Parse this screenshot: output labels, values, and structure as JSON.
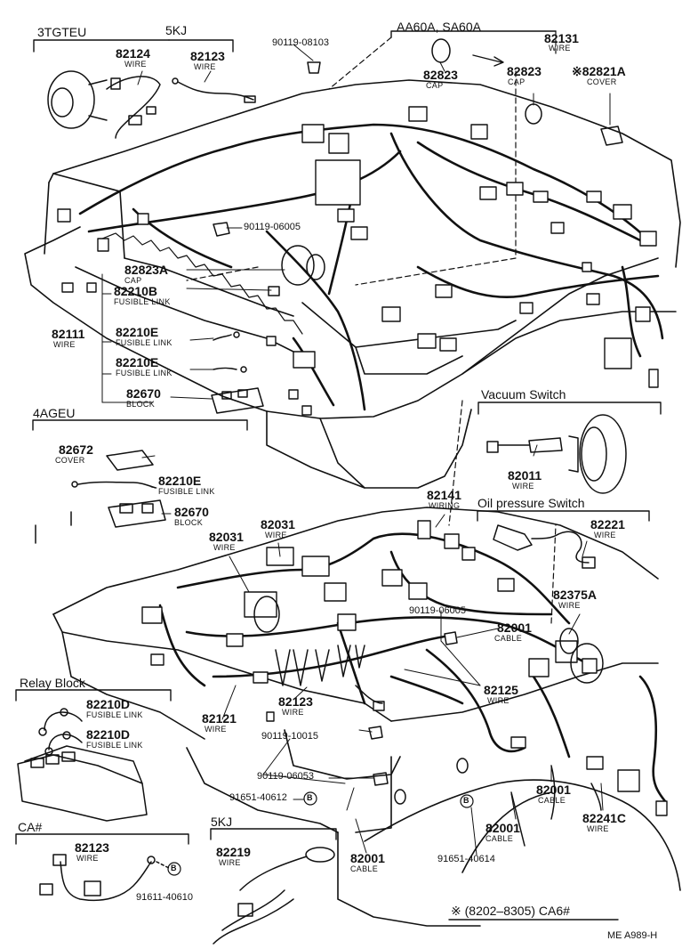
{
  "headers": {
    "h1": "3TGTEU",
    "h2": "5KJ",
    "h3": "AA60A, SA60A",
    "h4": "Vacuum Switch",
    "h5": "4AGEU",
    "h6": "Oil pressure Switch",
    "h7": "Relay Block",
    "h8": "CA#",
    "h9": "5KJ",
    "h10": "※ (8202–8305) CA6#"
  },
  "parts": [
    {
      "num": "82124",
      "desc": "WIRE"
    },
    {
      "num": "82123",
      "desc": "WIRE"
    },
    {
      "num": "90119-08103",
      "desc": ""
    },
    {
      "num": "82823",
      "desc": "CAP"
    },
    {
      "num": "82131",
      "desc": "WIRE"
    },
    {
      "num": "82823",
      "desc": "CAP"
    },
    {
      "num": "※82821A",
      "desc": "COVER"
    },
    {
      "num": "90119-06005",
      "desc": ""
    },
    {
      "num": "82823A",
      "desc": "CAP"
    },
    {
      "num": "82210B",
      "desc": "FUSIBLE LINK"
    },
    {
      "num": "82111",
      "desc": "WIRE"
    },
    {
      "num": "82210E",
      "desc": "FUSIBLE LINK"
    },
    {
      "num": "82210E",
      "desc": "FUSIBLE LINK"
    },
    {
      "num": "82670",
      "desc": "BLOCK"
    },
    {
      "num": "82011",
      "desc": "WIRE"
    },
    {
      "num": "82672",
      "desc": "COVER"
    },
    {
      "num": "82210E",
      "desc": "FUSIBLE LINK"
    },
    {
      "num": "82670",
      "desc": "BLOCK"
    },
    {
      "num": "82141",
      "desc": "WIRING"
    },
    {
      "num": "82031",
      "desc": "WIRE"
    },
    {
      "num": "82031",
      "desc": "WIRE"
    },
    {
      "num": "82221",
      "desc": "WIRE"
    },
    {
      "num": "82375A",
      "desc": "WIRE"
    },
    {
      "num": "90119-06005",
      "desc": ""
    },
    {
      "num": "82001",
      "desc": "CABLE"
    },
    {
      "num": "82125",
      "desc": "WIRE"
    },
    {
      "num": "82210D",
      "desc": "FUSIBLE LINK"
    },
    {
      "num": "82210D",
      "desc": "FUSIBLE LINK"
    },
    {
      "num": "82121",
      "desc": "WIRE"
    },
    {
      "num": "82123",
      "desc": "WIRE"
    },
    {
      "num": "90119-10015",
      "desc": ""
    },
    {
      "num": "90119-06053",
      "desc": ""
    },
    {
      "num": "91651-40612",
      "desc": ""
    },
    {
      "num": "82001",
      "desc": "CABLE"
    },
    {
      "num": "82241C",
      "desc": "WIRE"
    },
    {
      "num": "82001",
      "desc": "CABLE"
    },
    {
      "num": "82001",
      "desc": "CABLE"
    },
    {
      "num": "91651-40614",
      "desc": ""
    },
    {
      "num": "82123",
      "desc": "WIRE"
    },
    {
      "num": "91611-40610",
      "desc": ""
    },
    {
      "num": "82219",
      "desc": "WIRE"
    }
  ],
  "markers": {
    "b": "B"
  },
  "footer": "ME  A989-H"
}
